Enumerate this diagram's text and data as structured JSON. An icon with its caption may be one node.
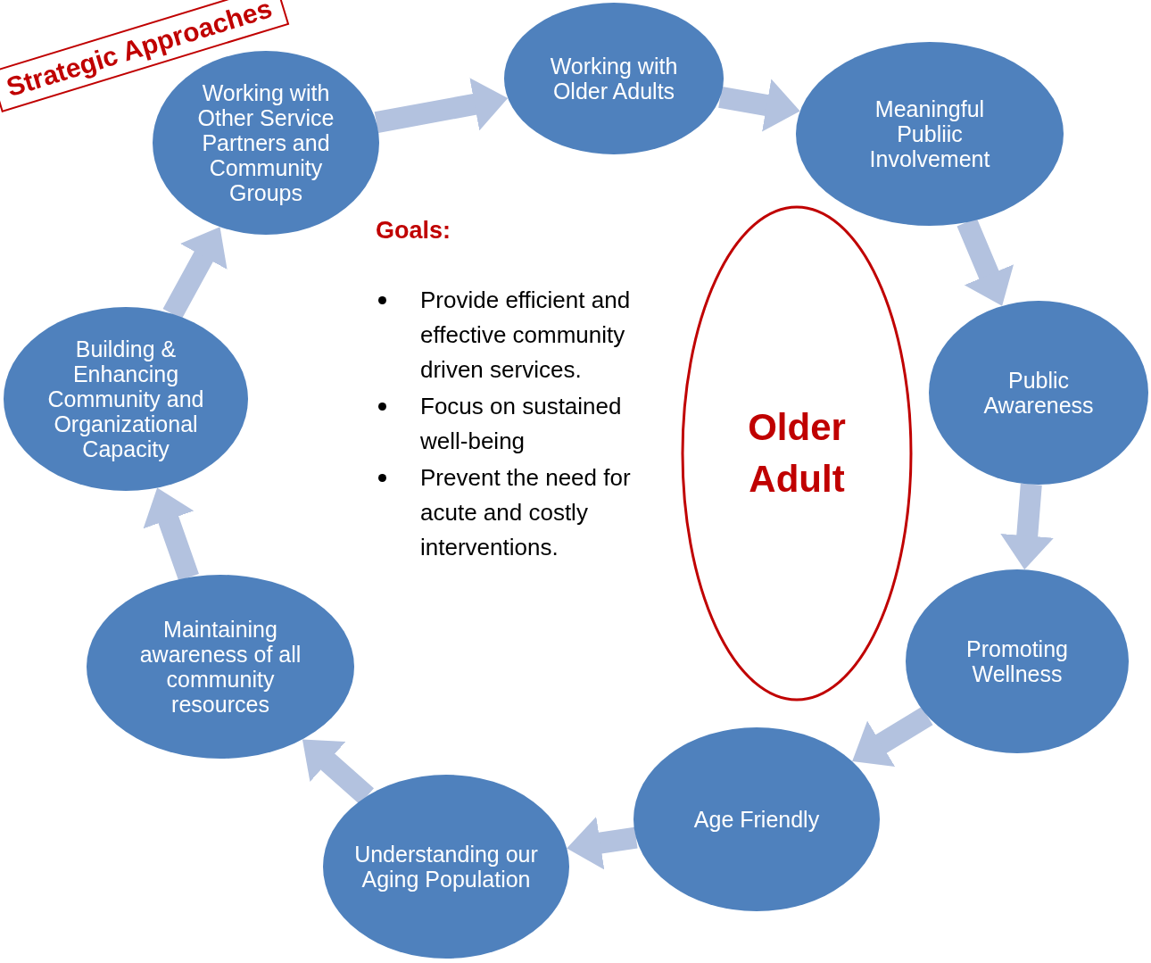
{
  "diagram": {
    "title": "Strategic Approaches",
    "nodes": [
      {
        "text": [
          "Working with Older Adults"
        ]
      },
      {
        "text": [
          "Meaningful Publiic Involvement"
        ]
      },
      {
        "text": [
          "Public Awareness"
        ]
      },
      {
        "text": [
          "Promoting Wellness"
        ]
      },
      {
        "text": [
          "Age Friendly"
        ]
      },
      {
        "text": [
          "Understanding our Aging Population"
        ]
      },
      {
        "text": [
          "Maintaining awareness of all community resources"
        ]
      },
      {
        "text": [
          "Building & Enhancing Community and Organizational Capacity"
        ]
      },
      {
        "text": [
          "Working with Other Service Partners and Community Groups"
        ]
      },
      {
        "text": [
          "Older Adult"
        ]
      }
    ],
    "edges": [
      {
        "from": 8,
        "to": 0,
        "arrow": "to"
      },
      {
        "from": 0,
        "to": 1,
        "arrow": "to"
      },
      {
        "from": 1,
        "to": 2,
        "arrow": "to"
      },
      {
        "from": 2,
        "to": 3,
        "arrow": "to"
      },
      {
        "from": 3,
        "to": 4,
        "arrow": "to"
      },
      {
        "from": 4,
        "to": 5,
        "arrow": "to"
      },
      {
        "from": 5,
        "to": 6,
        "arrow": "to"
      },
      {
        "from": 6,
        "to": 7,
        "arrow": "to"
      },
      {
        "from": 7,
        "to": 8,
        "arrow": "to"
      }
    ],
    "labels": [
      "Goals:",
      "Provide efficient and effective community driven services.",
      "Focus on sustained well-being",
      "Prevent the need for acute and costly interventions."
    ]
  }
}
